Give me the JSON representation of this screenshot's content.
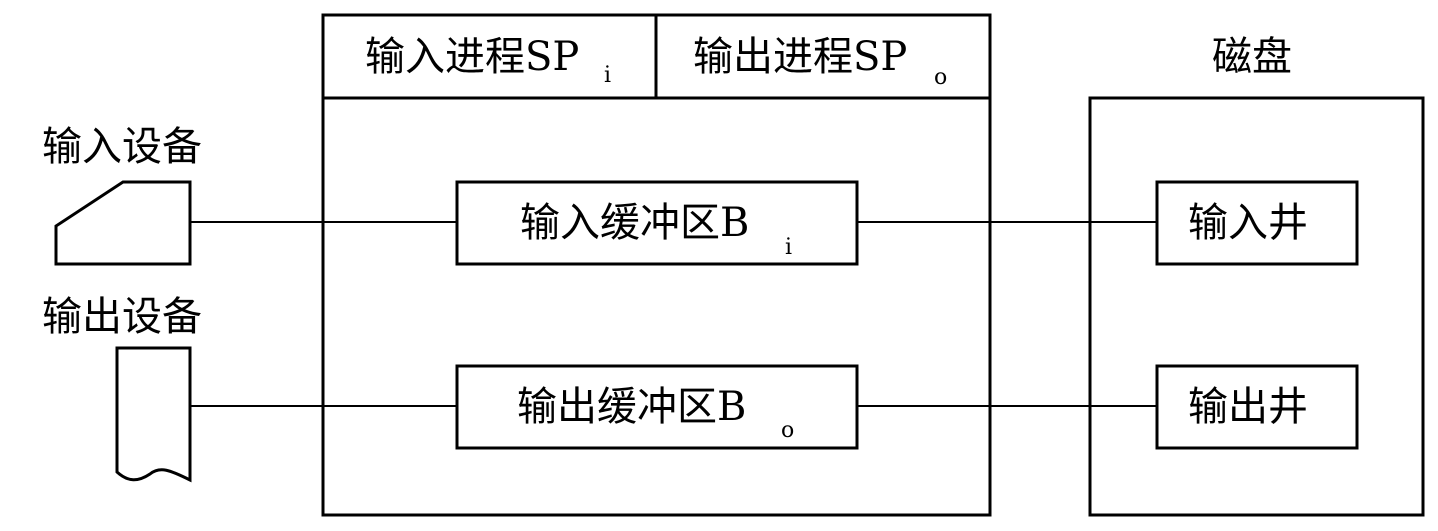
{
  "input_device": {
    "label": "输入设备"
  },
  "output_device": {
    "label": "输出设备"
  },
  "spooling": {
    "input_process": {
      "label": "输入进程SP",
      "sub": "i"
    },
    "output_process": {
      "label": "输出进程SP",
      "sub": "o"
    },
    "input_buffer": {
      "label": "输入缓冲区B",
      "sub": "i"
    },
    "output_buffer": {
      "label": "输出缓冲区B",
      "sub": "o"
    }
  },
  "disk": {
    "label": "磁盘",
    "input_well": {
      "label": "输入井"
    },
    "output_well": {
      "label": "输出井"
    }
  }
}
